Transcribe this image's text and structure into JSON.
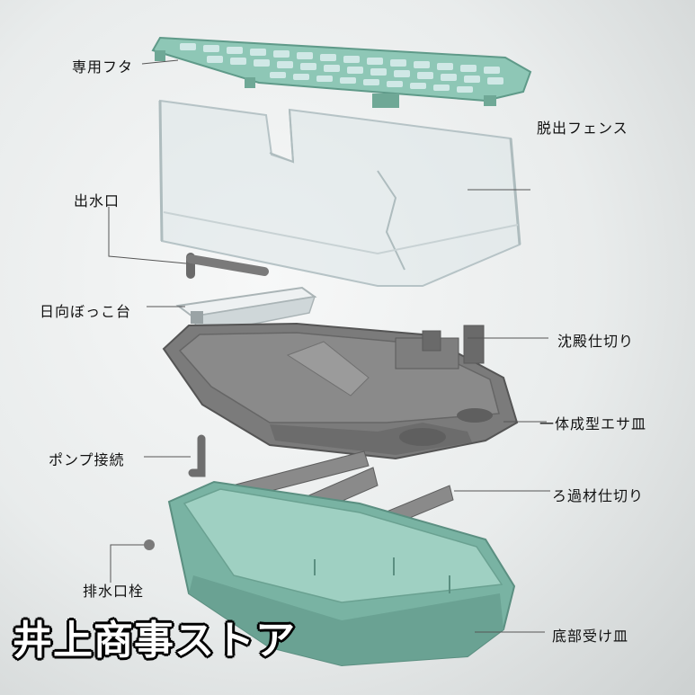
{
  "labels": {
    "lid": "専用フタ",
    "fence": "脱出フェンス",
    "outlet": "出水口",
    "basking": "日向ぼっこ台",
    "ramp_partition": "沈殿仕切り",
    "tray": "一体成型エサ皿",
    "pump": "ポンプ接続",
    "filter_partition": "ろ過材仕切り",
    "drain": "排水口栓",
    "base": "底部受け皿"
  },
  "brand": "井上商事ストア",
  "colors": {
    "teal": "#8ec7b6",
    "base_teal": "#79b3a3",
    "grey": "#6f6f6f",
    "clear": "#dde6e8"
  }
}
